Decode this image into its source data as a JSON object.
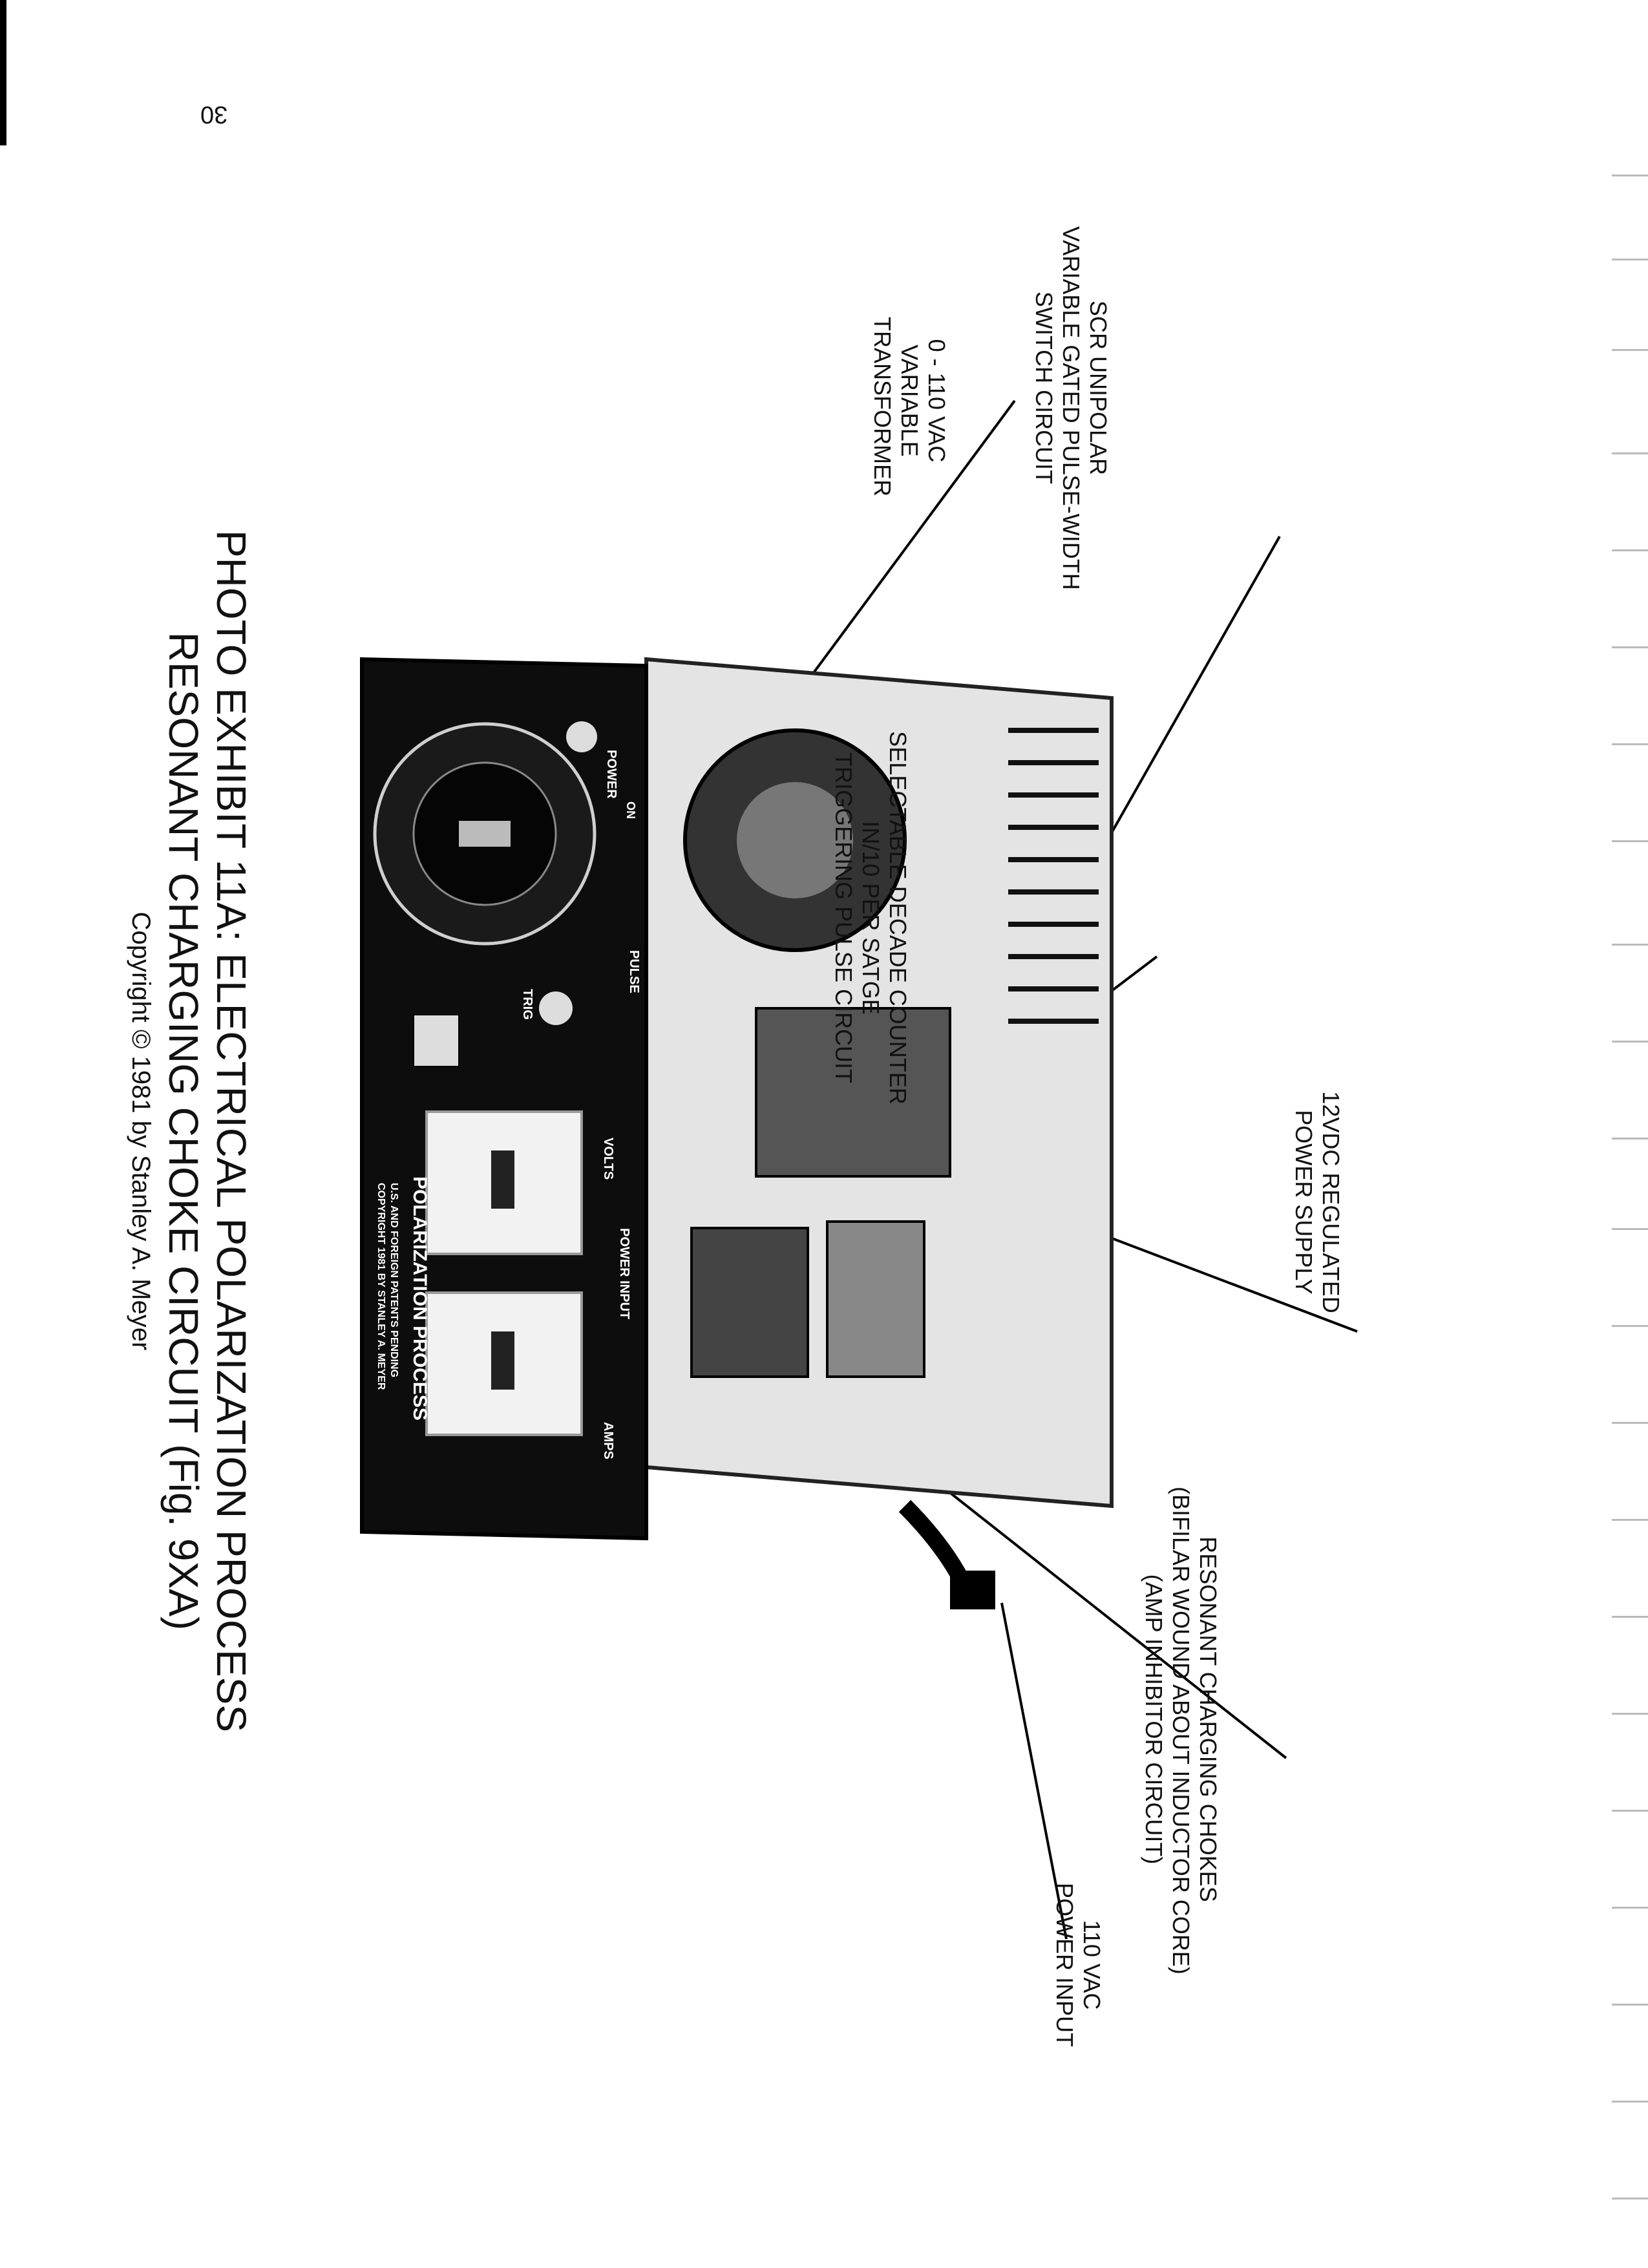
{
  "page": {
    "number": "30"
  },
  "labels": {
    "scr": [
      "SCR UNIPOLAR",
      "VARIABLE GATED PULSE-WIDTH",
      "SWITCH CIRCUIT"
    ],
    "transformer": [
      "0 - 110 VAC",
      "VARIABLE",
      "TRANSFORMER"
    ],
    "decade": [
      "SELECTABLE DECADE COUNTER",
      "IN/10 PER SATGE",
      "TRIGGERING PULSE CIRCUIT"
    ],
    "power_supply": [
      "12VDC REGULATED",
      "POWER SUPPLY"
    ],
    "chokes": [
      "RESONANT CHARGING CHOKES",
      "(BIFILAR WOUND ABOUT INDUCTOR CORE)",
      "(AMP INHIBITOR CIRCUIT)"
    ],
    "power_input": [
      "110 VAC",
      "POWER INPUT"
    ]
  },
  "caption": {
    "line1": "PHOTO EXHIBIT 11A: ELECTRICAL POLARIZATION PROCESS",
    "line2": "RESONANT CHARGING CHOKE CIRCUIT (Fig. 9XA)",
    "copyright": "Copyright © 1981 by Stanley A. Meyer"
  },
  "device_panel": {
    "power": "POWER",
    "on": "ON",
    "pulse": "PULSE",
    "trig": "TRIG",
    "volts": "VOLTS",
    "amps": "AMPS",
    "power_input": "POWER INPUT",
    "brand": "POLARIZATION PROCESS",
    "patent": "U.S. AND FOREIGN PATENTS PENDING",
    "copyright": "COPYRIGHT 1981 BY STANLEY A. MEYER"
  }
}
